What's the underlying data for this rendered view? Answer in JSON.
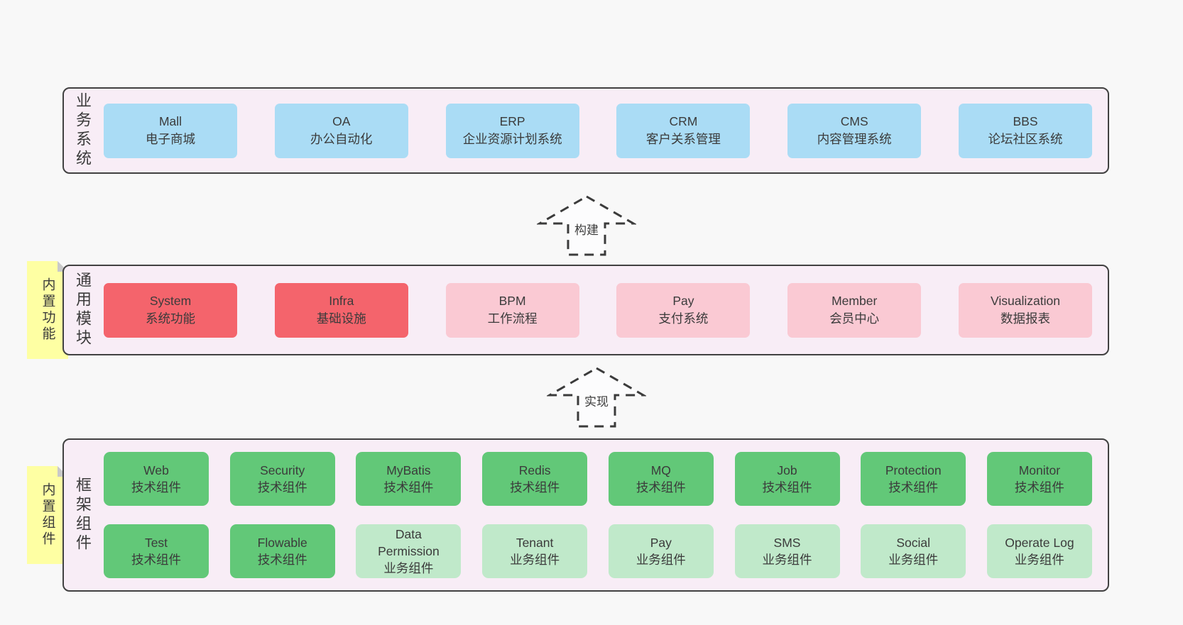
{
  "panels": {
    "business": {
      "label": "业务系统",
      "items": [
        {
          "name": "Mall",
          "desc": "电子商城"
        },
        {
          "name": "OA",
          "desc": "办公自动化"
        },
        {
          "name": "ERP",
          "desc": "企业资源计划系统"
        },
        {
          "name": "CRM",
          "desc": "客户关系管理"
        },
        {
          "name": "CMS",
          "desc": "内容管理系统"
        },
        {
          "name": "BBS",
          "desc": "论坛社区系统"
        }
      ]
    },
    "modules": {
      "label": "通用模块",
      "note": "内置功能",
      "items": [
        {
          "name": "System",
          "desc": "系统功能"
        },
        {
          "name": "Infra",
          "desc": "基础设施"
        },
        {
          "name": "BPM",
          "desc": "工作流程"
        },
        {
          "name": "Pay",
          "desc": "支付系统"
        },
        {
          "name": "Member",
          "desc": "会员中心"
        },
        {
          "name": "Visualization",
          "desc": "数据报表"
        }
      ]
    },
    "framework": {
      "label": "框架组件",
      "note": "内置组件",
      "row1": [
        {
          "name": "Web",
          "desc": "技术组件"
        },
        {
          "name": "Security",
          "desc": "技术组件"
        },
        {
          "name": "MyBatis",
          "desc": "技术组件"
        },
        {
          "name": "Redis",
          "desc": "技术组件"
        },
        {
          "name": "MQ",
          "desc": "技术组件"
        },
        {
          "name": "Job",
          "desc": "技术组件"
        },
        {
          "name": "Protection",
          "desc": "技术组件"
        },
        {
          "name": "Monitor",
          "desc": "技术组件"
        }
      ],
      "row2": [
        {
          "name": "Test",
          "desc": "技术组件"
        },
        {
          "name": "Flowable",
          "desc": "技术组件"
        },
        {
          "name": "Data Permission",
          "desc": "业务组件"
        },
        {
          "name": "Tenant",
          "desc": "业务组件"
        },
        {
          "name": "Pay",
          "desc": "业务组件"
        },
        {
          "name": "SMS",
          "desc": "业务组件"
        },
        {
          "name": "Social",
          "desc": "业务组件"
        },
        {
          "name": "Operate Log",
          "desc": "业务组件"
        }
      ]
    }
  },
  "arrows": {
    "build": "构建",
    "implement": "实现"
  },
  "colors": {
    "page_bg": "#f8f8f8",
    "panel_bg": "#f8edf6",
    "panel_border": "#414141",
    "blue_box": "#aadcf5",
    "red_box": "#f4646c",
    "pink_box": "#fac9d3",
    "green_box": "#62c878",
    "light_green_box": "#c0e9ca",
    "sticky_note": "#feffa3",
    "note_fold": "#c9c9c9",
    "text": "#3b3b3b"
  }
}
